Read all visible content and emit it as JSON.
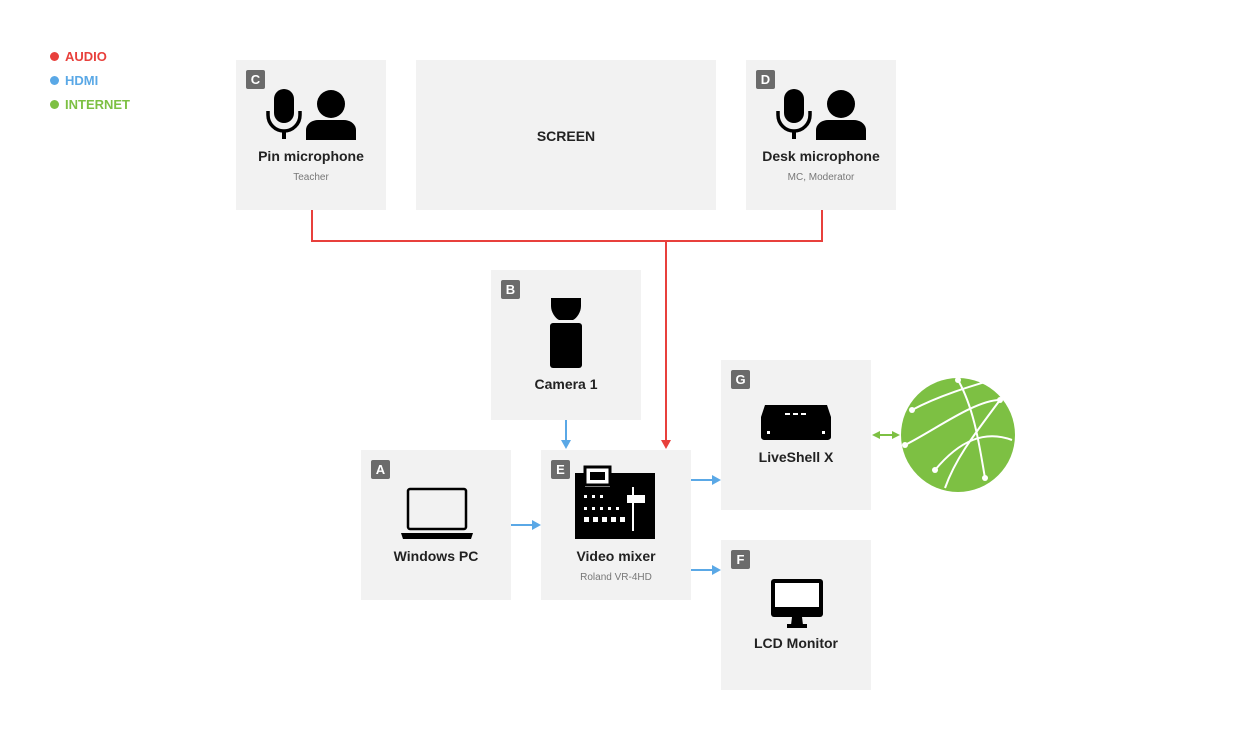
{
  "legend": [
    {
      "label": "AUDIO",
      "color": "#e8403c"
    },
    {
      "label": "HDMI",
      "color": "#5aa8e6"
    },
    {
      "label": "INTERNET",
      "color": "#7dc043"
    }
  ],
  "cards": {
    "pin_mic": {
      "badge": "C",
      "title": "Pin microphone",
      "sub": "Teacher"
    },
    "screen": {
      "title": "SCREEN"
    },
    "desk_mic": {
      "badge": "D",
      "title": "Desk microphone",
      "sub": "MC, Moderator"
    },
    "camera": {
      "badge": "B",
      "title": "Camera 1"
    },
    "pc": {
      "badge": "A",
      "title": "Windows PC"
    },
    "mixer": {
      "badge": "E",
      "title": "Video mixer",
      "sub": "Roland VR-4HD"
    },
    "liveshell": {
      "badge": "G",
      "title": "LiveShell X"
    },
    "monitor": {
      "badge": "F",
      "title": "LCD Monitor"
    }
  },
  "colors": {
    "audio": "#e8403c",
    "hdmi": "#5aa8e6",
    "internet": "#7dc043",
    "card_bg": "#f2f2f2",
    "badge_bg": "#6b6b6b"
  },
  "icons": [
    "microphone-icon",
    "person-icon",
    "camera-icon",
    "laptop-icon",
    "video-mixer-icon",
    "streaming-box-icon",
    "monitor-icon",
    "globe-icon"
  ]
}
